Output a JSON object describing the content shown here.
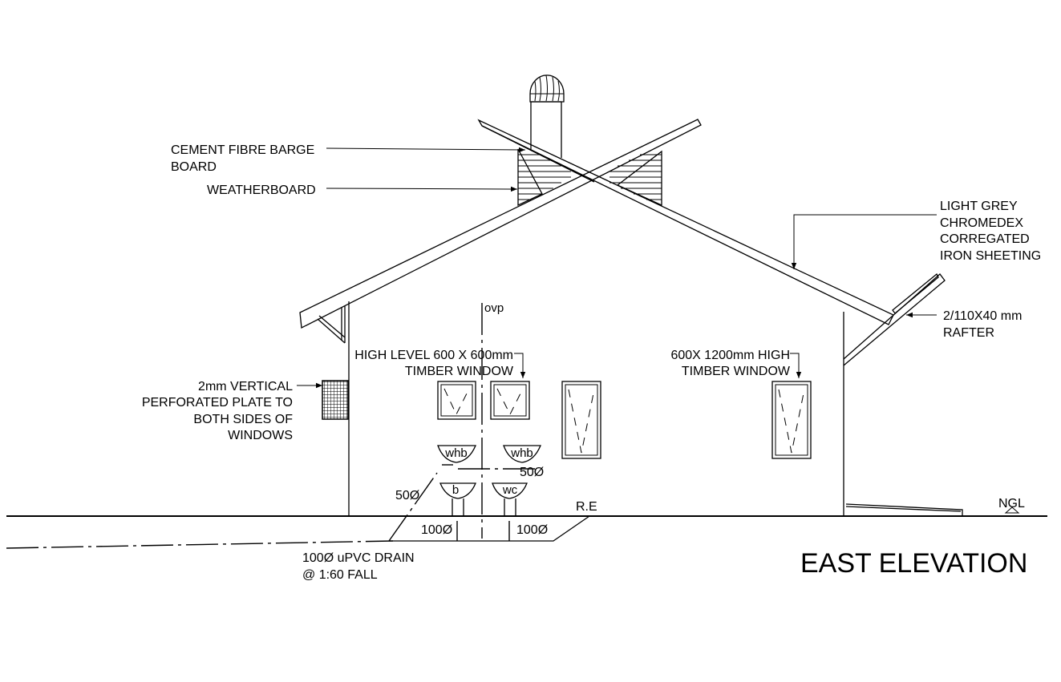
{
  "title": "EAST ELEVATION",
  "labels": {
    "barge_board": [
      "CEMENT FIBRE BARGE",
      "BOARD"
    ],
    "weatherboard": "WEATHERBOARD",
    "roof_sheeting": [
      "LIGHT GREY",
      "CHROMEDEX",
      "CORREGATED",
      "IRON SHEETING"
    ],
    "rafter": [
      "2/110X40 mm",
      "RAFTER"
    ],
    "perforated_plate": [
      "2mm VERTICAL",
      "PERFORATED PLATE TO",
      "BOTH SIDES OF",
      "WINDOWS"
    ],
    "high_level_window": [
      "HIGH LEVEL 600 X 600mm",
      "TIMBER WINDOW"
    ],
    "high_window": [
      "600X 1200mm HIGH",
      "TIMBER WINDOW"
    ],
    "ovp": "ovp",
    "whb_left": "whb",
    "whb_right": "whb",
    "basin": "b",
    "wc": "wc",
    "pipe_50_right": "50Ø",
    "pipe_50_left": "50Ø",
    "pipe_100_left": "100Ø",
    "pipe_100_right": "100Ø",
    "re": "R.E",
    "ngl": "NGL",
    "drain": [
      "100Ø uPVC DRAIN",
      "@ 1:60 FALL"
    ]
  }
}
